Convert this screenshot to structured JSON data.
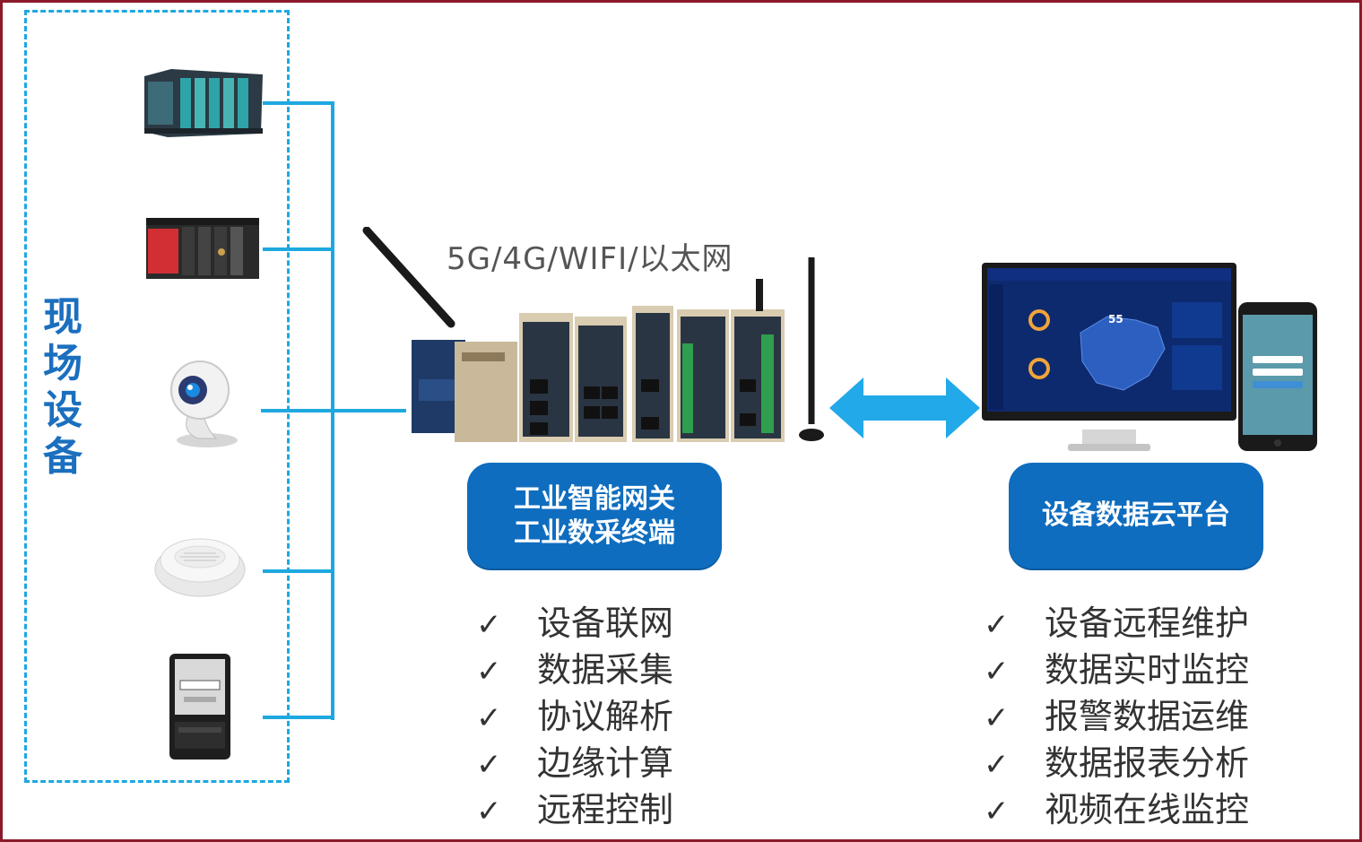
{
  "field": {
    "label": "现场设备",
    "devices": [
      {
        "name": "plc-module",
        "icon": "plc-icon"
      },
      {
        "name": "plc-rack-red",
        "icon": "plc-rack-icon"
      },
      {
        "name": "webcam",
        "icon": "camera-icon"
      },
      {
        "name": "smoke-detector",
        "icon": "smoke-detector-icon"
      },
      {
        "name": "electric-meter",
        "icon": "meter-icon"
      }
    ]
  },
  "network": {
    "label": "5G/4G/WIFI/以太网"
  },
  "gateway": {
    "line1": "工业智能网关",
    "line2": "工业数采终端",
    "features": [
      "设备联网",
      "数据采集",
      "协议解析",
      "边缘计算",
      "远程控制"
    ]
  },
  "cloud": {
    "title": "设备数据云平台",
    "features": [
      "设备远程维护",
      "数据实时监控",
      "报警数据运维",
      "数据报表分析",
      "视频在线监控"
    ],
    "dashboard_number": "55"
  },
  "check_mark": "✓",
  "colors": {
    "accent": "#1ea8e0",
    "box": "#0f6dbf",
    "frame": "#8b1a2b",
    "label": "#1b6fbf"
  }
}
